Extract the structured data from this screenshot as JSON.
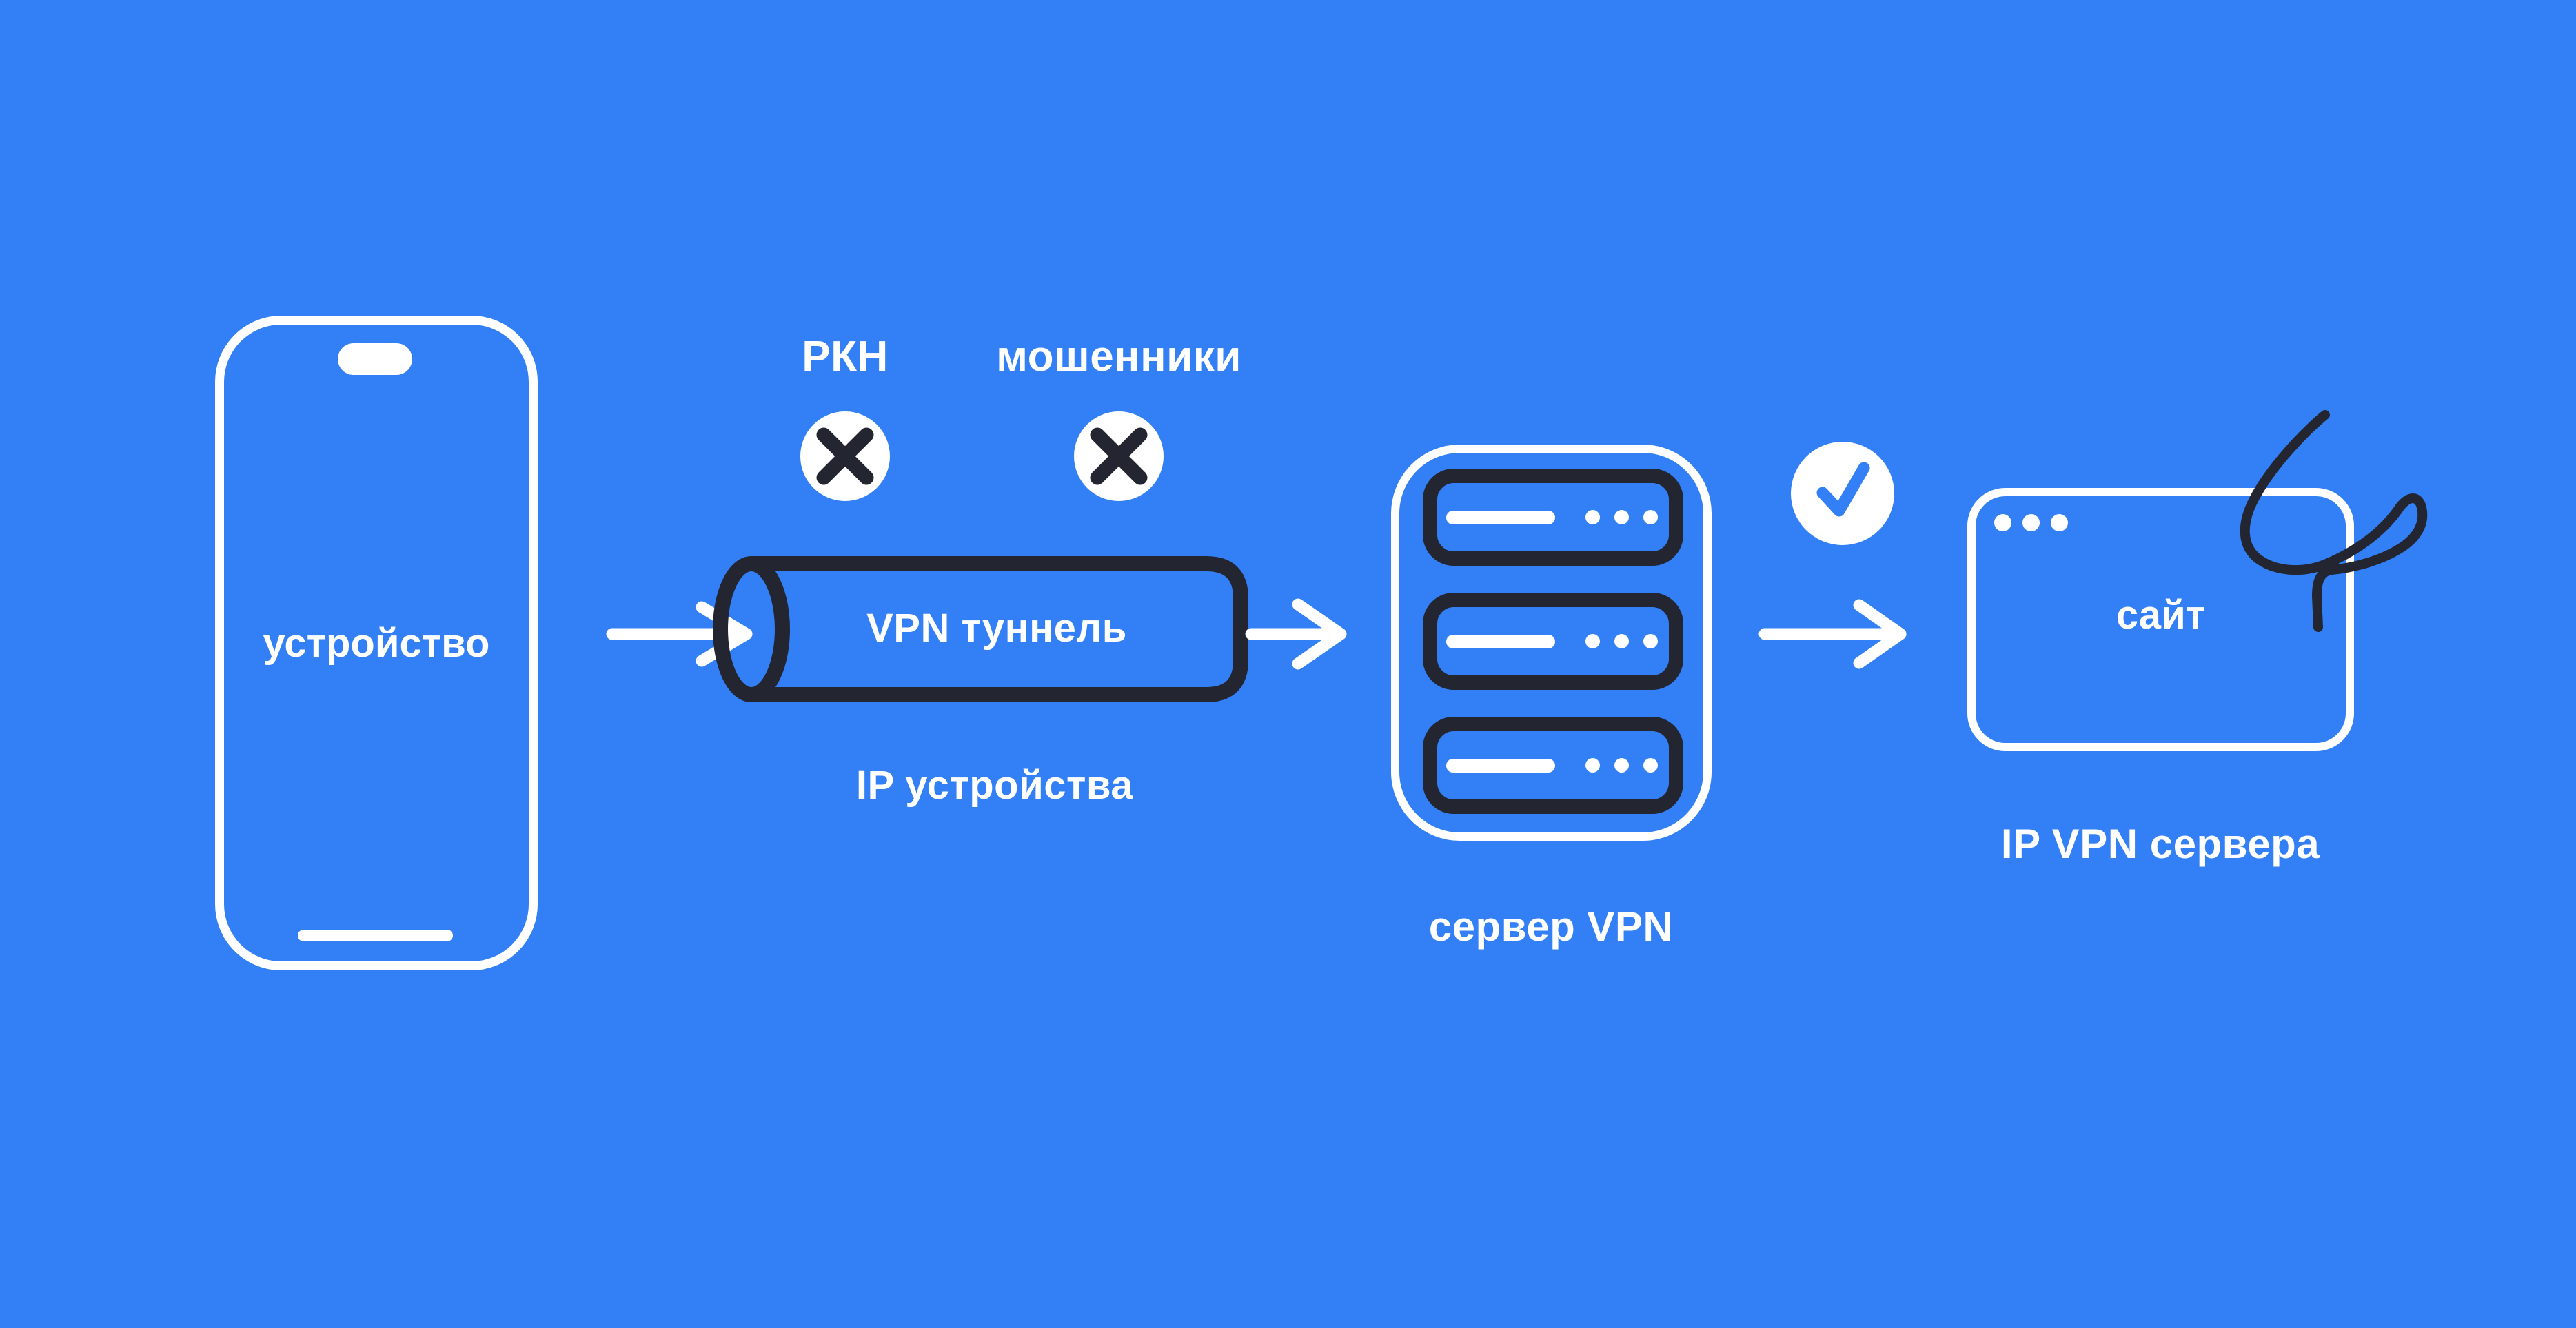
{
  "colors": {
    "background": "#3380F6",
    "dark_stroke": "#232531",
    "white": "#FFFFFF"
  },
  "nodes": {
    "device": {
      "label": "устройство"
    },
    "tunnel": {
      "label": "VPN туннель",
      "caption": "IP устройства"
    },
    "server": {
      "label": "сервер VPN"
    },
    "site": {
      "label": "сайт",
      "caption": "IP VPN сервера"
    }
  },
  "blockers": [
    {
      "label": "РКН",
      "icon": "x-icon"
    },
    {
      "label": "мошенники",
      "icon": "x-icon"
    }
  ],
  "allowed": {
    "icon": "check-icon"
  },
  "icons": {
    "arrow": "arrow-right-icon",
    "window_dots": "window-dots-icon",
    "scribble": "scribble-icon"
  }
}
